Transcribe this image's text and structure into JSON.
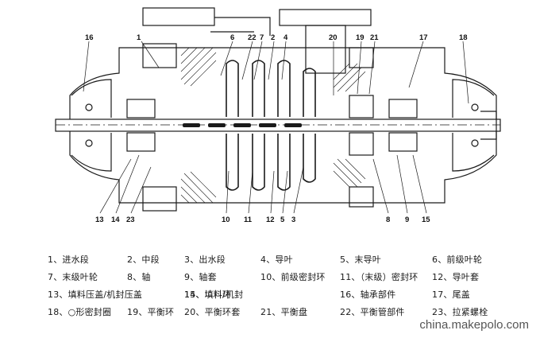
{
  "callouts_top": [
    "1",
    "6",
    "22",
    "7",
    "2",
    "4",
    "20",
    "19",
    "21",
    "17",
    "16",
    "18"
  ],
  "callouts_bottom": [
    "13",
    "14",
    "23",
    "10",
    "11",
    "12",
    "5",
    "3",
    "8",
    "9",
    "15"
  ],
  "legend": [
    [
      "1、进水段",
      "2、中段",
      "3、出水段",
      "4、导叶",
      "5、末导叶",
      "6、前级叶轮"
    ],
    [
      "7、末级叶轮",
      "8、轴",
      "9、轴套",
      "10、前级密封环",
      "11、（末级）密封环",
      "12、导叶套"
    ],
    [
      "13、填料压盖/机封压盖",
      "14、填料/机封",
      "15、填料环",
      "16、轴承部件",
      "17、尾盖"
    ],
    [
      "18、○形密封圈",
      "19、平衡环",
      "20、平衡环套",
      "21、平衡盘",
      "22、平衡管部件",
      "23、拉紧螺栓"
    ]
  ],
  "watermark": "china.makepolo.com"
}
